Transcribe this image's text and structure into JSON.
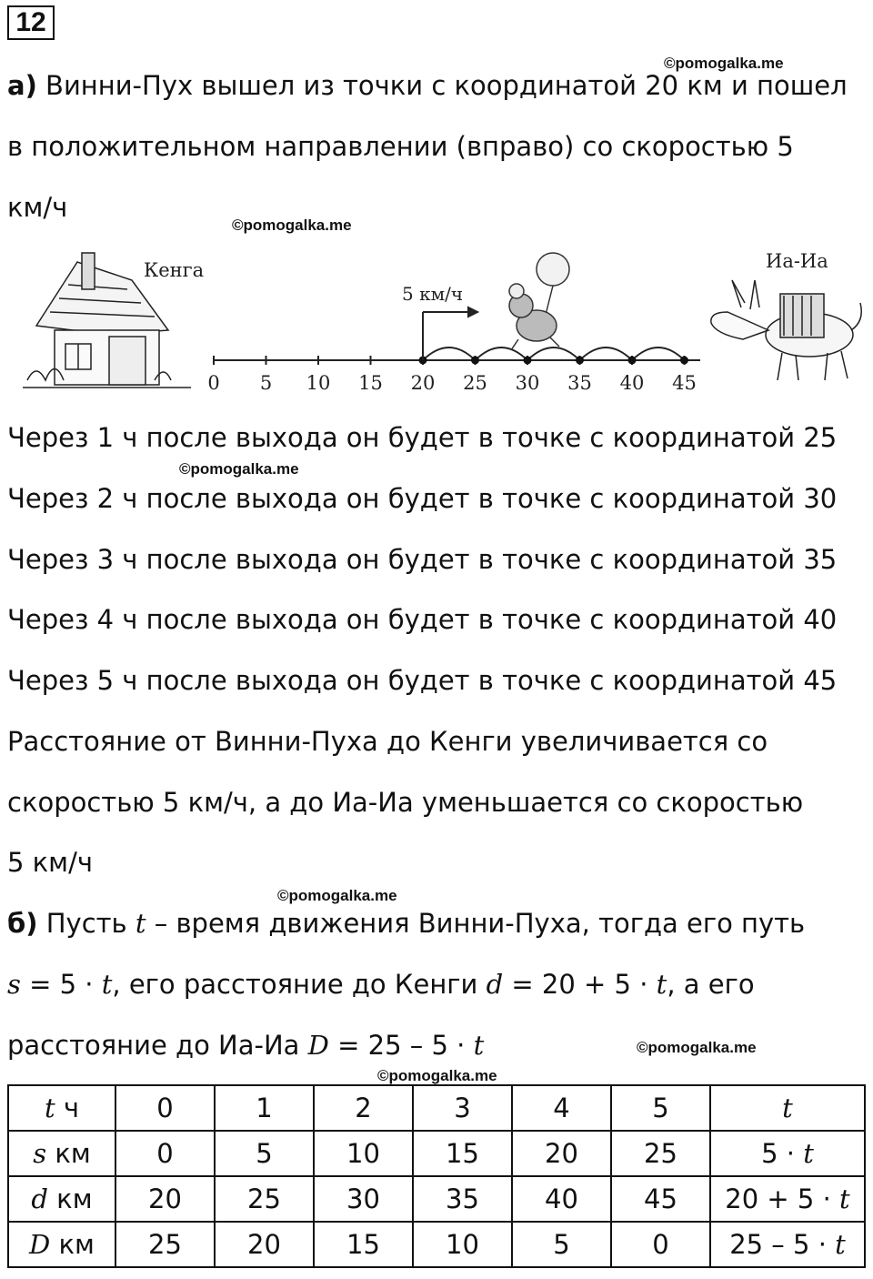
{
  "problem_number": "12",
  "watermark": "©pomogalka.me",
  "part_a": {
    "label": "а)",
    "intro_l1": " Винни-Пух вышел из точки с координатой 20 км и пошел",
    "intro_l2": "в положительном направлении (вправо) со скоростью 5",
    "intro_l3": "км/ч",
    "figure": {
      "label_kenga": "Кенга",
      "label_ia": "Иа-Иа",
      "speed": "5 км/ч",
      "ticks": [
        "0",
        "5",
        "10",
        "15",
        "20",
        "25",
        "30",
        "35",
        "40",
        "45"
      ]
    },
    "steps": [
      "Через 1 ч после выхода он будет в точке с координатой 25",
      "Через 2 ч после выхода он будет в точке с координатой 30",
      "Через 3 ч после выхода он будет в точке с координатой 35",
      "Через 4 ч после выхода он будет в точке с координатой 40",
      "Через 5 ч после выхода он будет в точке с координатой 45"
    ],
    "conclusion_l1": "Расстояние от Винни-Пуха до Кенги увеличивается со",
    "conclusion_l2": "скоростью 5 км/ч, а до Иа-Иа уменьшается со скоростью",
    "conclusion_l3": "5 км/ч"
  },
  "part_b": {
    "label": "б)",
    "l1_pre": " Пусть ",
    "l1_var": "t",
    "l1_post": " – время движения Винни-Пуха, тогда его путь",
    "l2_s": "s",
    "l2_a": " = 5 · ",
    "l2_t1": "t",
    "l2_b": ", его расстояние до Кенги ",
    "l2_d": "d",
    "l2_c": " = 20 + 5 · ",
    "l2_t2": "t",
    "l2_e": ", а его",
    "l3_a": "расстояние до Иа-Иа ",
    "l3_D": "D",
    "l3_b": " = 25 – 5 · ",
    "l3_t": "t"
  },
  "table": {
    "rows": [
      {
        "var": "t",
        "unit": " ч",
        "cells": [
          "0",
          "1",
          "2",
          "3",
          "4",
          "5"
        ],
        "last_pre": "",
        "last_var": "t"
      },
      {
        "var": "s",
        "unit": " км",
        "cells": [
          "0",
          "5",
          "10",
          "15",
          "20",
          "25"
        ],
        "last_pre": "5 · ",
        "last_var": "t"
      },
      {
        "var": "d",
        "unit": " км",
        "cells": [
          "20",
          "25",
          "30",
          "35",
          "40",
          "45"
        ],
        "last_pre": "20 + 5 · ",
        "last_var": "t"
      },
      {
        "var": "D",
        "unit": " км",
        "cells": [
          "25",
          "20",
          "15",
          "10",
          "5",
          "0"
        ],
        "last_pre": "25 – 5 · ",
        "last_var": "t"
      }
    ]
  }
}
